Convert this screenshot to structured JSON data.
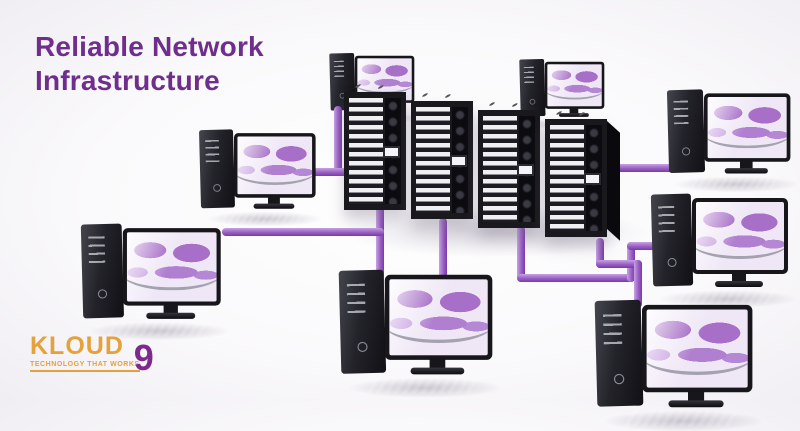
{
  "banner": {
    "title_line1": "Reliable Network",
    "title_line2": "Infrastructure",
    "title_color": "#6f2e8c"
  },
  "logo": {
    "wordmark": "KLOUD",
    "numeral": "9",
    "tagline": "TECHNOLOGY THAT WORKS",
    "wordmark_color": "#e6a13a",
    "numeral_color": "#7c2b8d"
  },
  "illustration": {
    "server_rack_count": 4,
    "workstation_count": 8,
    "cable_color": "#9a5fc4",
    "monitor_screen_theme": "purple world map with gray swoosh",
    "icons": [
      "server-rack-icon",
      "desktop-workstation-icon",
      "network-cable-icon"
    ]
  }
}
